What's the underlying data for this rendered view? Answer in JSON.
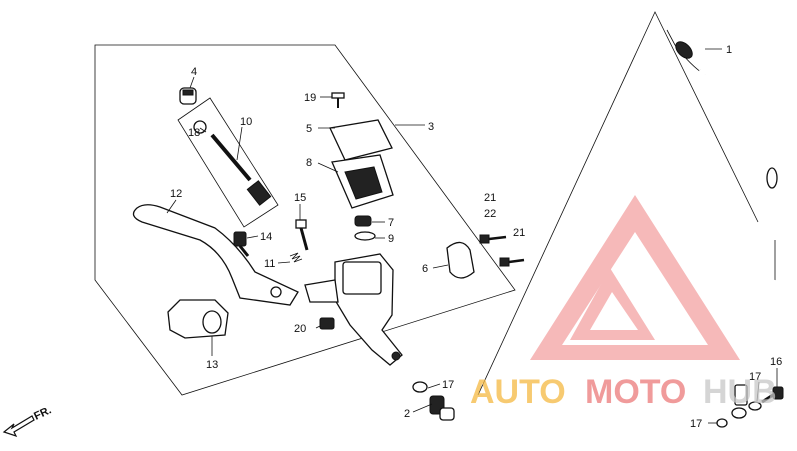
{
  "callouts": {
    "c1": "1",
    "c2": "2",
    "c3": "3",
    "c4": "4",
    "c5": "5",
    "c6": "6",
    "c7": "7",
    "c8": "8",
    "c9": "9",
    "c10": "10",
    "c11": "11",
    "c12": "12",
    "c13": "13",
    "c14": "14",
    "c15": "15",
    "c16": "16",
    "c17a": "17",
    "c17b": "17",
    "c17c": "17",
    "c18": "18",
    "c19": "19",
    "c20": "20",
    "c21a": "21",
    "c21b": "21",
    "c22": "22"
  },
  "direction_label": "FR.",
  "watermark": {
    "part1": "AUTO",
    "part2": "MOTO",
    "part3": "HUB",
    "colors": {
      "logo": "#f08080",
      "auto": "#f5b942",
      "moto": "#ec7a7a",
      "hub": "#c8c8c8"
    }
  },
  "icons": {
    "direction": "arrow-icon"
  }
}
